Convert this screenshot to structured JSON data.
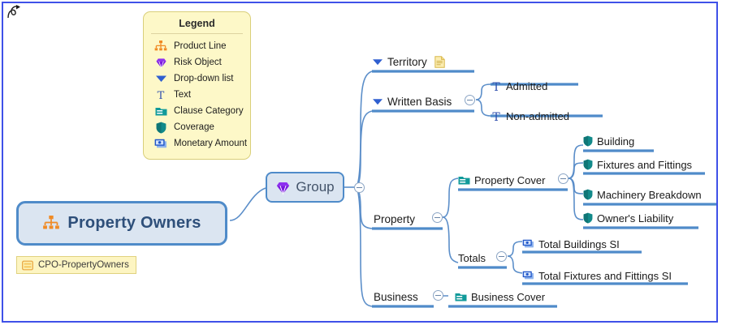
{
  "legend": {
    "title": "Legend",
    "items": [
      {
        "icon": "product-line-icon",
        "label": "Product Line"
      },
      {
        "icon": "risk-object-icon",
        "label": "Risk Object"
      },
      {
        "icon": "drop-down-list-icon",
        "label": "Drop-down list"
      },
      {
        "icon": "text-icon",
        "label": "Text"
      },
      {
        "icon": "clause-category-icon",
        "label": "Clause Category"
      },
      {
        "icon": "coverage-icon",
        "label": "Coverage"
      },
      {
        "icon": "monetary-amount-icon",
        "label": "Monetary Amount"
      }
    ]
  },
  "root": {
    "label": "Property Owners",
    "icon": "product-line-icon",
    "tag": "CPO-PropertyOwners",
    "tag_icon": "clause-category-tag-icon"
  },
  "group": {
    "label": "Group",
    "icon": "risk-object-icon"
  },
  "nodes": {
    "territory": {
      "label": "Territory",
      "icon": "drop-down-list-icon",
      "note_icon": "note-icon"
    },
    "written_basis": {
      "label": "Written Basis",
      "icon": "drop-down-list-icon"
    },
    "admitted": {
      "label": "Admitted",
      "icon": "text-icon"
    },
    "non_admitted": {
      "label": "Non-admitted",
      "icon": "text-icon"
    },
    "property": {
      "label": "Property",
      "icon": "none"
    },
    "property_cover": {
      "label": "Property Cover",
      "icon": "clause-category-icon"
    },
    "building": {
      "label": "Building",
      "icon": "coverage-icon"
    },
    "fixtures": {
      "label": "Fixtures and Fittings",
      "icon": "coverage-icon"
    },
    "machinery": {
      "label": "Machinery Breakdown",
      "icon": "coverage-icon"
    },
    "owners_liability": {
      "label": "Owner's Liability",
      "icon": "coverage-icon"
    },
    "totals": {
      "label": "Totals",
      "icon": "none"
    },
    "total_buildings": {
      "label": "Total Buildings SI",
      "icon": "monetary-amount-icon"
    },
    "total_fixtures": {
      "label": "Total Fixtures and Fittings SI",
      "icon": "monetary-amount-icon"
    },
    "business": {
      "label": "Business",
      "icon": "none"
    },
    "business_cover": {
      "label": "Business Cover",
      "icon": "clause-category-icon"
    }
  },
  "colors": {
    "frame_border": "#3f51e8",
    "node_fill": "#dbe5f1",
    "node_border": "#4f8bc9",
    "connector": "#5b8ec9",
    "underline": "#4f8bc9",
    "legend_bg": "#fdf8c8",
    "legend_border": "#d9cf7a",
    "product_line": "#f08a24",
    "risk_object": "#7b18e0",
    "drop_down": "#2f5fd0",
    "text_icon": "#2f4fae",
    "clause_category": "#119a9a",
    "coverage": "#128a8a",
    "monetary": "#1f55c8",
    "root_text": "#2e4f7a"
  }
}
